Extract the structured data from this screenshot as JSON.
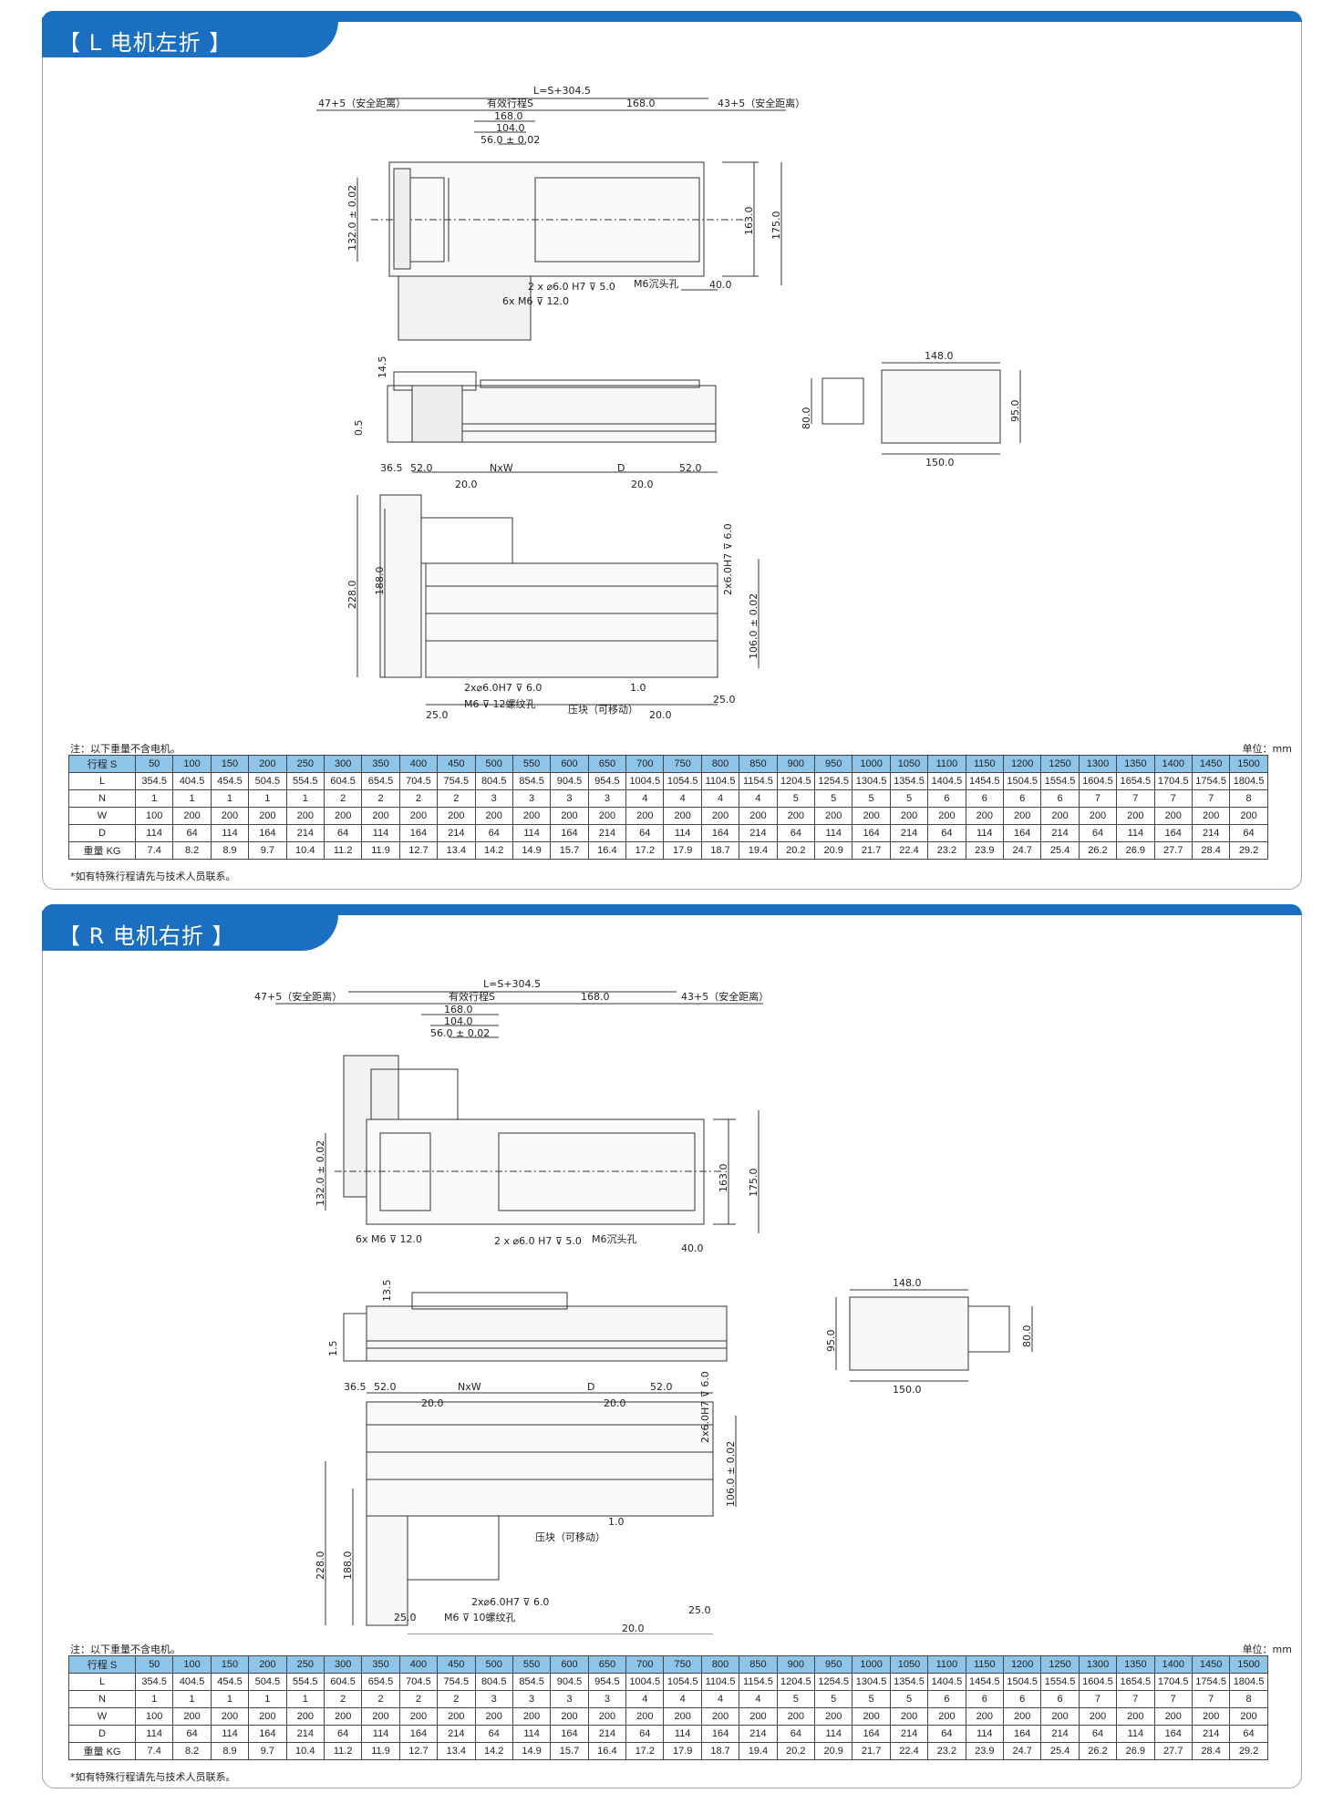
{
  "sections": [
    {
      "title": "【 L 电机左折 】",
      "note_left": "注：以下重量不含电机。",
      "unit": "单位：mm",
      "footnote": "*如有特殊行程请先与技术人员联系。",
      "dims": {
        "total": "L=S+304.5",
        "safe_left": "47+5（安全距离）",
        "effective": "有效行程S",
        "d168": "168.0",
        "safe_right": "43+5（安全距离）",
        "d168b": "168.0",
        "d104": "104.0",
        "d56": "56.0 ± 0.02",
        "d132": "132.0 ± 0.02",
        "d163": "163.0",
        "d175": "175.0",
        "pin": "2 x ⌀6.0 H7 ⊽ 5.0",
        "tap": "6x M6 ⊽ 12.0",
        "cb": "M6沉头孔",
        "d40": "40.0",
        "d14_5": "14.5",
        "d0_5": "0.5",
        "d148": "148.0",
        "d150": "150.0",
        "d80": "80.0",
        "d95": "95.0",
        "d36_5": "36.5",
        "d52a": "52.0",
        "nxw": "NxW",
        "dd": "D",
        "d52b": "52.0",
        "d20a": "20.0",
        "d20b": "20.0",
        "d228": "228.0",
        "d188": "188.0",
        "d2x6": "2x6.0H7 ⊽ 6.0",
        "d106": "106.0 ± 0.02",
        "pin2": "2x⌀6.0H7 ⊽ 6.0",
        "tap2": "M6 ⊽ 12螺纹孔",
        "block": "压块（可移动）",
        "d1_0": "1.0",
        "d25a": "25.0",
        "d25b": "25.0",
        "d20c": "20.0"
      }
    },
    {
      "title": "【 R 电机右折 】",
      "note_left": "注：以下重量不含电机。",
      "unit": "单位：mm",
      "footnote": "*如有特殊行程请先与技术人员联系。",
      "dims": {
        "total": "L=S+304.5",
        "safe_left": "47+5（安全距离）",
        "effective": "有效行程S",
        "d168": "168.0",
        "safe_right": "43+5（安全距离）",
        "d168b": "168.0",
        "d104": "104.0",
        "d56": "56.0 ± 0.02",
        "d132": "132.0 ± 0.02",
        "d163": "163.0",
        "d175": "175.0",
        "pin": "2 x ⌀6.0 H7 ⊽ 5.0",
        "tap": "6x M6 ⊽ 12.0",
        "cb": "M6沉头孔",
        "d40": "40.0",
        "d14_5": "13.5",
        "d0_5": "1.5",
        "d148": "148.0",
        "d150": "150.0",
        "d80": "80.0",
        "d95": "95.0",
        "d36_5": "36.5",
        "d52a": "52.0",
        "nxw": "NxW",
        "dd": "D",
        "d52b": "52.0",
        "d20a": "20.0",
        "d20b": "20.0",
        "d228": "228.0",
        "d188": "188.0",
        "d2x6": "2x6.0H7 ⊽ 6.0",
        "d106": "106.0 ± 0.02",
        "pin2": "2x⌀6.0H7 ⊽ 6.0",
        "tap2": "M6 ⊽ 10螺纹孔",
        "block": "压块（可移动）",
        "d1_0": "1.0",
        "d25a": "25.0",
        "d25b": "25.0",
        "d20c": "20.0"
      }
    }
  ],
  "table": {
    "row_labels": [
      "行程 S",
      "L",
      "N",
      "W",
      "D",
      "重量 KG"
    ],
    "stroke": [
      "50",
      "100",
      "150",
      "200",
      "250",
      "300",
      "350",
      "400",
      "450",
      "500",
      "550",
      "600",
      "650",
      "700",
      "750",
      "800",
      "850",
      "900",
      "950",
      "1000",
      "1050",
      "1100",
      "1150",
      "1200",
      "1250",
      "1300",
      "1350",
      "1400",
      "1450",
      "1500"
    ],
    "L": [
      "354.5",
      "404.5",
      "454.5",
      "504.5",
      "554.5",
      "604.5",
      "654.5",
      "704.5",
      "754.5",
      "804.5",
      "854.5",
      "904.5",
      "954.5",
      "1004.5",
      "1054.5",
      "1104.5",
      "1154.5",
      "1204.5",
      "1254.5",
      "1304.5",
      "1354.5",
      "1404.5",
      "1454.5",
      "1504.5",
      "1554.5",
      "1604.5",
      "1654.5",
      "1704.5",
      "1754.5",
      "1804.5"
    ],
    "N": [
      "1",
      "1",
      "1",
      "1",
      "1",
      "2",
      "2",
      "2",
      "2",
      "3",
      "3",
      "3",
      "3",
      "4",
      "4",
      "4",
      "4",
      "5",
      "5",
      "5",
      "5",
      "6",
      "6",
      "6",
      "6",
      "7",
      "7",
      "7",
      "7",
      "8"
    ],
    "W": [
      "100",
      "200",
      "200",
      "200",
      "200",
      "200",
      "200",
      "200",
      "200",
      "200",
      "200",
      "200",
      "200",
      "200",
      "200",
      "200",
      "200",
      "200",
      "200",
      "200",
      "200",
      "200",
      "200",
      "200",
      "200",
      "200",
      "200",
      "200",
      "200",
      "200"
    ],
    "D": [
      "114",
      "64",
      "114",
      "164",
      "214",
      "64",
      "114",
      "164",
      "214",
      "64",
      "114",
      "164",
      "214",
      "64",
      "114",
      "164",
      "214",
      "64",
      "114",
      "164",
      "214",
      "64",
      "114",
      "164",
      "214",
      "64",
      "114",
      "164",
      "214",
      "64"
    ],
    "KG": [
      "7.4",
      "8.2",
      "8.9",
      "9.7",
      "10.4",
      "11.2",
      "11.9",
      "12.7",
      "13.4",
      "14.2",
      "14.9",
      "15.7",
      "16.4",
      "17.2",
      "17.9",
      "18.7",
      "19.4",
      "20.2",
      "20.9",
      "21.7",
      "22.4",
      "23.2",
      "23.9",
      "24.7",
      "25.4",
      "26.2",
      "26.9",
      "27.7",
      "28.4",
      "29.2"
    ]
  }
}
